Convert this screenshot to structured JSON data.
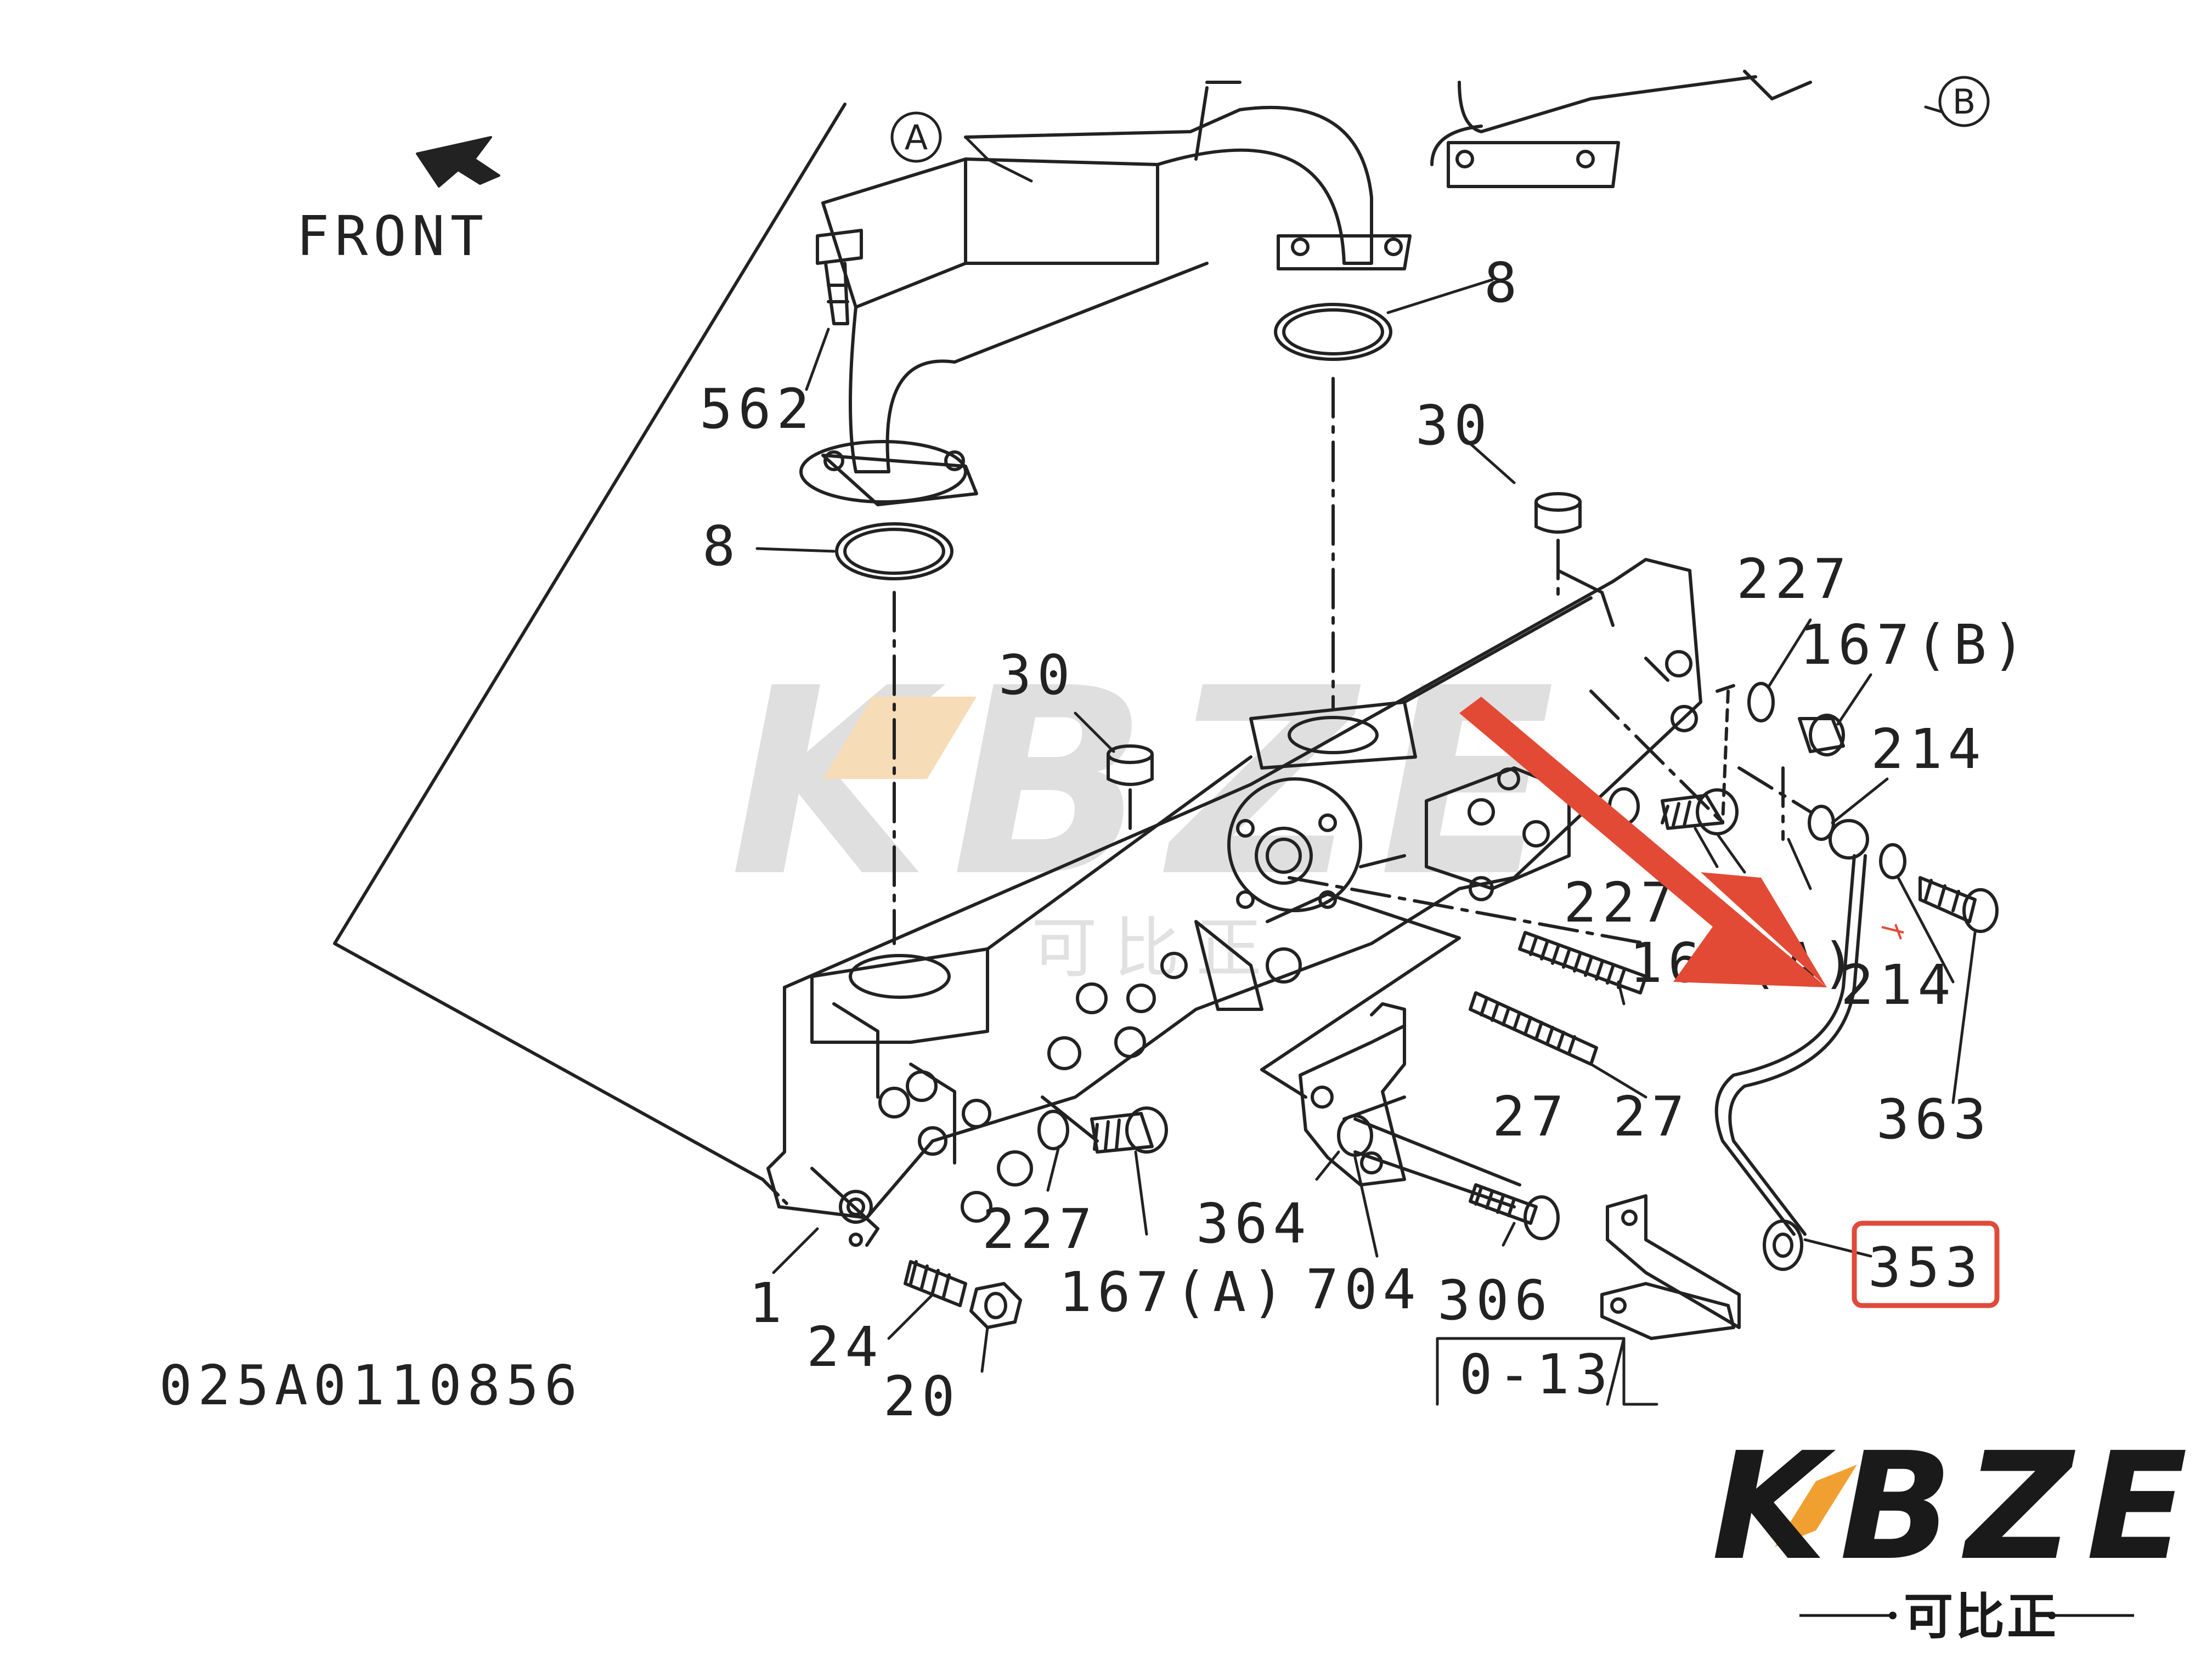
{
  "direction_label": "FRONT",
  "callout_circles": {
    "a": "A",
    "b": "B"
  },
  "part_labels": {
    "p562": "562",
    "p8a": "8",
    "p8b": "8",
    "p30a": "30",
    "p30b": "30",
    "p227a": "227",
    "p167b": "167(B)",
    "p214a": "214",
    "p227b": "227",
    "p167a_hidden": "167(A)",
    "p214b": "214",
    "p363": "363",
    "p27a": "27",
    "p27b": "27",
    "p227c": "227",
    "p167a": "167(A)",
    "p364": "364",
    "p704": "704",
    "p306": "306",
    "p353": "353",
    "p1": "1",
    "p24": "24",
    "p20": "20"
  },
  "ref_box": "0-13",
  "drawing_number": "025A0110856",
  "watermark": {
    "text": "KBZE",
    "subtitle": "可比正"
  },
  "logo": {
    "text": "KBZE",
    "subtitle": "可比正"
  },
  "colors": {
    "highlight": "#e04a3a",
    "arrow": "#e24a35",
    "line": "#222222",
    "watermark": "#d9d9d9",
    "logo_dark": "#1a1a1a",
    "logo_orange": "#f0a030"
  }
}
